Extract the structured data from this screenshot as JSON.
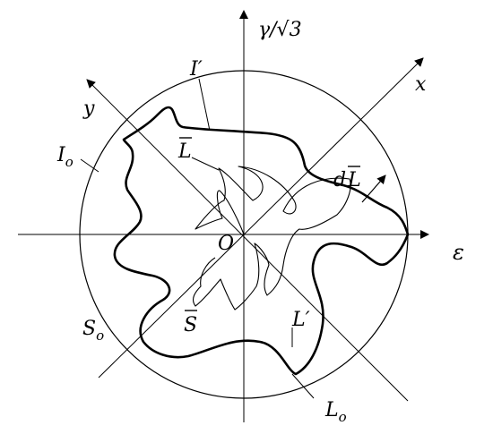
{
  "labels": {
    "axis_gamma": "γ/√3",
    "axis_epsilon": "ε",
    "axis_x": "x",
    "axis_y": "y",
    "origin": "O",
    "i_prime": "I′",
    "i_o": "I",
    "i_o_sub": "o",
    "l_bar": "L",
    "dl_d": "d",
    "dl_l": "L",
    "s_o": "S",
    "s_o_sub": "o",
    "s_bar": "S",
    "l_prime": "L′",
    "l_o": "L",
    "l_o_sub": "o"
  },
  "colors": {
    "ink": "#000000",
    "background": "#ffffff"
  }
}
